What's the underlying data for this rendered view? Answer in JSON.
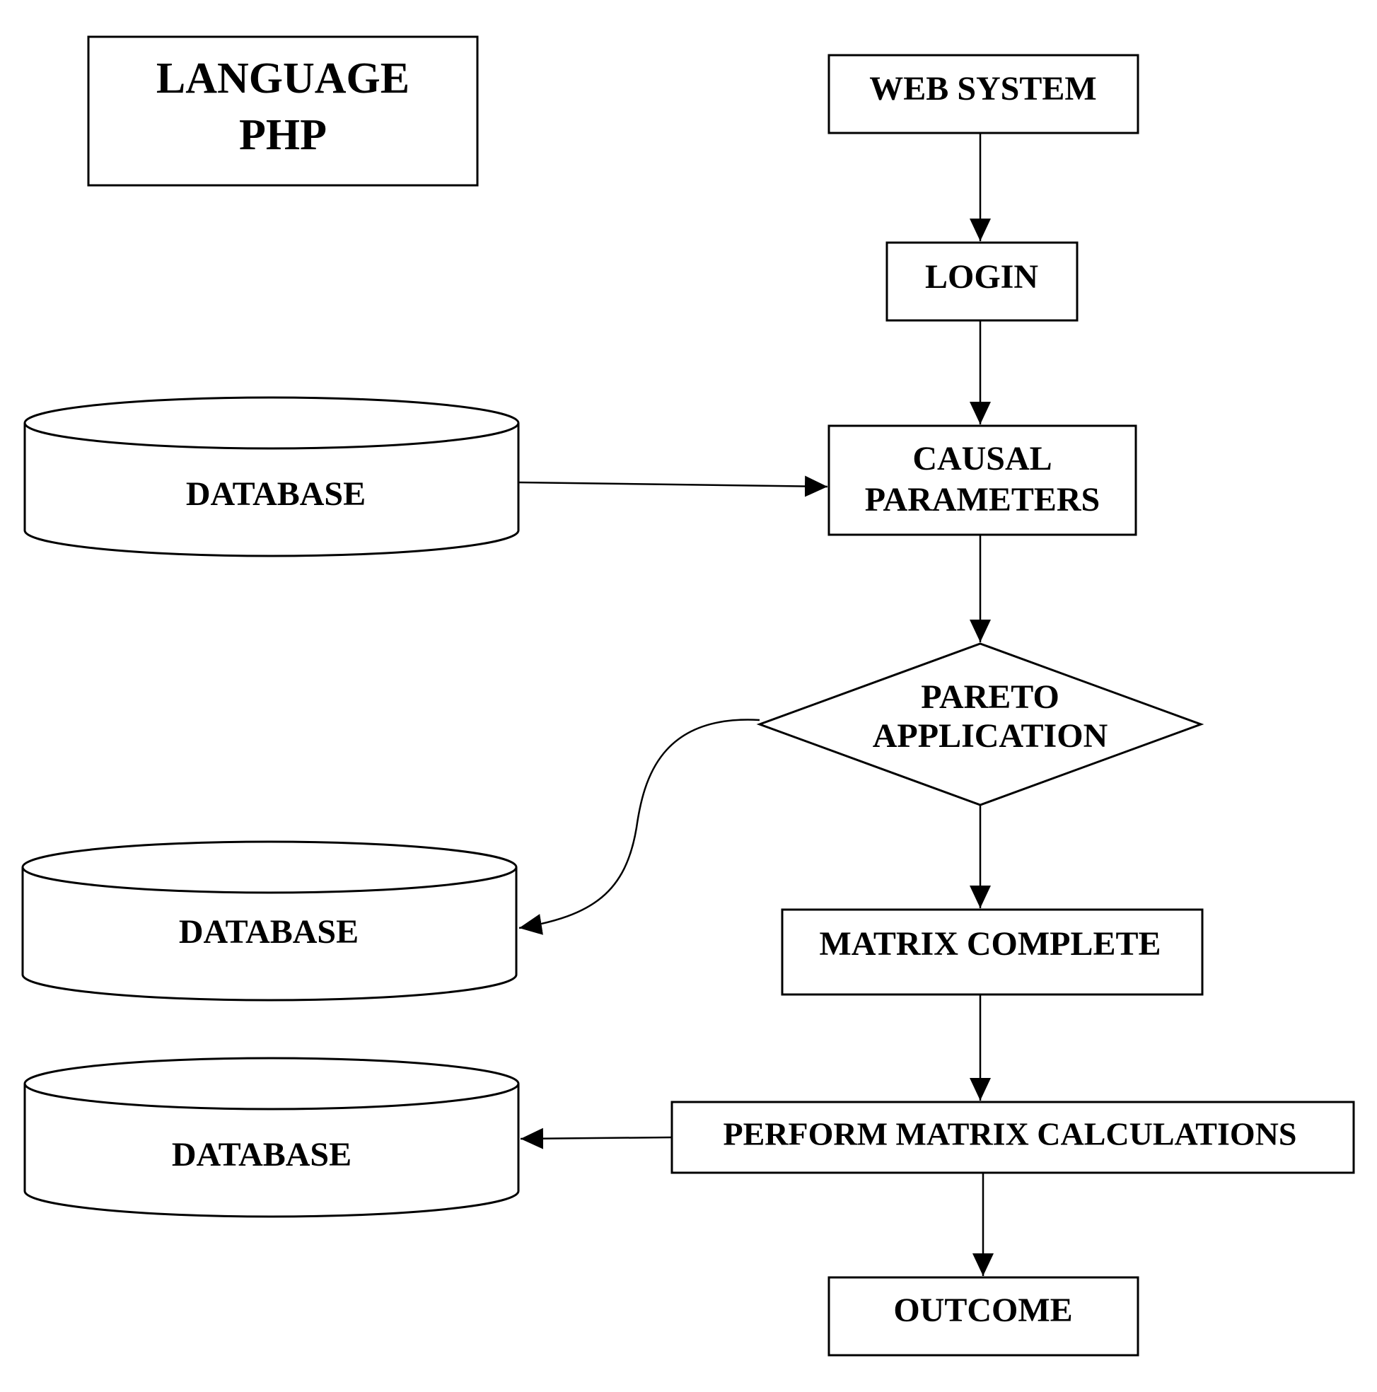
{
  "diagram": {
    "title_box": {
      "line1": "LANGUAGE",
      "line2": "PHP"
    },
    "nodes": {
      "web_system": "WEB SYSTEM",
      "login": "LOGIN",
      "causal_parameters_line1": "CAUSAL",
      "causal_parameters_line2": "PARAMETERS",
      "pareto_line1": "PARETO",
      "pareto_line2": "APPLICATION",
      "matrix_complete": "MATRIX COMPLETE",
      "perform_matrix_calculations": "PERFORM MATRIX CALCULATIONS",
      "outcome": "OUTCOME",
      "database_1": "DATABASE",
      "database_2": "DATABASE",
      "database_3": "DATABASE"
    },
    "colors": {
      "stroke": "#000000",
      "background": "#ffffff"
    }
  }
}
